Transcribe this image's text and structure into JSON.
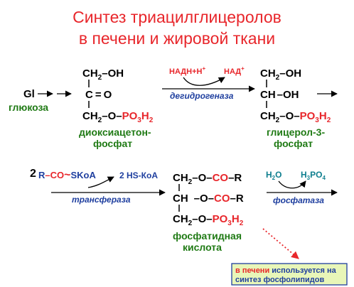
{
  "title": {
    "line1": "Синтез триацилглицеролов",
    "line2": "в печени и жировой ткани"
  },
  "colors": {
    "title": "#e8262b",
    "black": "#000000",
    "red": "#e8262b",
    "green": "#1f7a14",
    "blue": "#1f3f9f",
    "teal": "#0f7f8f",
    "arrow": "#000000",
    "note_bg": "#e8f6b8",
    "note_border": "#1f3f9f",
    "dotted": "#e8262b"
  },
  "step1": {
    "gl": "Gl",
    "glucose": "глюкоза"
  },
  "dhap": {
    "row1": {
      "ch": "CH",
      "sub": "2",
      "tail": "–OH"
    },
    "row2": {
      "c": "C",
      "bond": "=",
      "o": "O"
    },
    "row3": {
      "ch": "CH",
      "sub": "2",
      "mid": "–O–",
      "p": "PO",
      "sub3": "3",
      "h": "H",
      "sub2": "2"
    },
    "name1": "диоксиацетон-",
    "name2": "фосфат"
  },
  "reaction1": {
    "cofactor_in": "НАДН+Н",
    "cofactor_in_sup": "+",
    "cofactor_out": "НАД",
    "cofactor_out_sup": "+",
    "enzyme": "дегидрогеназа"
  },
  "g3p": {
    "row1": {
      "ch": "CH",
      "sub": "2",
      "tail": "–OH"
    },
    "row2": {
      "ch": "CH",
      "tail": "–OH"
    },
    "row3": {
      "ch": "CH",
      "sub": "2",
      "mid": "–O–",
      "p": "PO",
      "sub3": "3",
      "h": "H",
      "sub2": "2"
    },
    "name1": "глицерол-3-",
    "name2": "фосфат"
  },
  "acyl": {
    "coef": "2",
    "r": "R",
    "co": "–CO",
    "tilde": "~",
    "skoa": "SKoA",
    "product": "2 HS-КоА"
  },
  "reaction2": {
    "enzyme": "трансфераза"
  },
  "pa": {
    "row1": {
      "ch": "CH",
      "sub": "2",
      "mid": "–O–",
      "co": "CO",
      "r": "–R"
    },
    "row2": {
      "ch": "CH",
      "mid": "–O–",
      "co": "CO",
      "r": "–R"
    },
    "row3": {
      "ch": "CH",
      "sub": "2",
      "mid": "–O–",
      "p": "PO",
      "sub3": "3",
      "h": "H",
      "sub2": "2"
    },
    "name1": "фосфатидная",
    "name2": "кислота"
  },
  "reaction3": {
    "water": "H",
    "water_sub": "2",
    "water_o": "O",
    "acid": "H",
    "acid_sub": "3",
    "acid_po": "PO",
    "acid_sub4": "4",
    "enzyme": "фосфатаза"
  },
  "note": {
    "part1": "в печени",
    "part2": " используется на",
    "line2": "синтез фосфолипидов"
  }
}
